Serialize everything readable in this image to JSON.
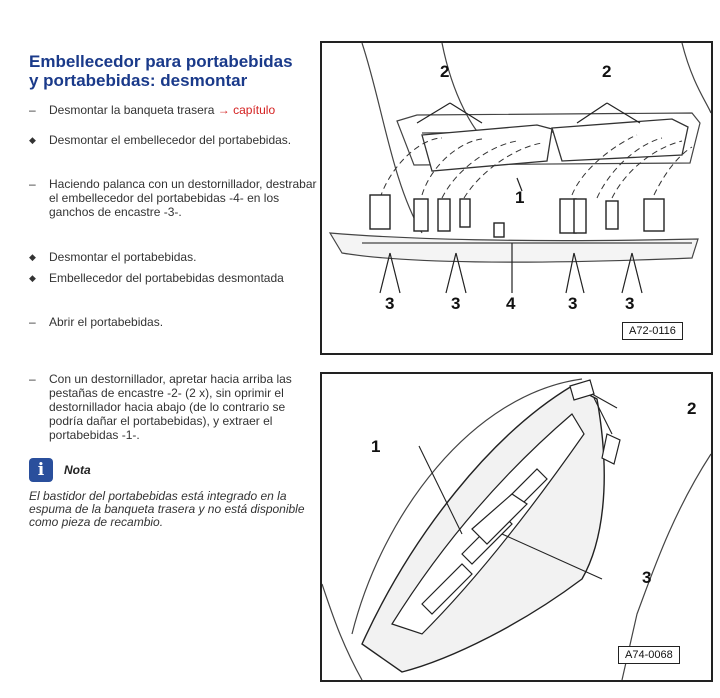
{
  "heading": {
    "line1": "Embellecedor para portabebidas",
    "line2": "y portabebidas: desmontar"
  },
  "steps": [
    {
      "marker": "dash",
      "text": "Desmontar la banqueta trasera",
      "link": "→ capítulo"
    },
    {
      "marker": "diamond",
      "text": "Desmontar el embellecedor del portabebidas."
    },
    {
      "marker": "dash",
      "text": "Haciendo palanca con un destornillador, destrabar el embellecedor del portabebidas -4- en los ganchos de encastre -3-."
    },
    {
      "marker": "diamond",
      "text": "Desmontar el portabebidas."
    },
    {
      "marker": "diamond",
      "text": "Embellecedor del portabebidas desmontada"
    },
    {
      "marker": "dash",
      "text": "Abrir el portabebidas."
    },
    {
      "marker": "dash",
      "text": "Con un destornillador, apretar hacia arriba las pestañas de encastre -2- (2 x), sin oprimir el destornillador hacia abajo (de lo contrario se podría dañar el portabebidas), y extraer el portabebidas -1-."
    }
  ],
  "note": {
    "icon": "info-icon",
    "icon_glyph": "i",
    "label": "Nota",
    "text": "El bastidor del portabebidas está integrado en la espuma de la banqueta trasera y no está disponible como pieza de recambio."
  },
  "figure1": {
    "code": "A72-0116",
    "callouts": {
      "c2a": "2",
      "c2b": "2",
      "c1": "1",
      "c3a": "3",
      "c3b": "3",
      "c4": "4",
      "c3c": "3",
      "c3d": "3"
    }
  },
  "figure2": {
    "code": "A74-0068",
    "callouts": {
      "c2": "2",
      "c1": "1",
      "c3": "3"
    }
  },
  "colors": {
    "heading": "#1a3a8a",
    "link": "#d42020",
    "note_icon": "#2a4f9c"
  }
}
